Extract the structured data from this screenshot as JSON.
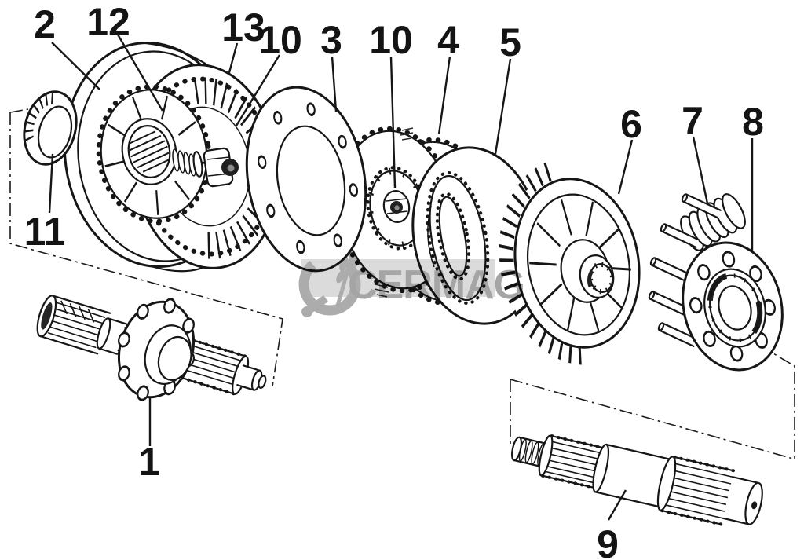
{
  "diagram": {
    "kind": "exploded-parts-diagram",
    "subject": "clutch and planetary drive assembly",
    "background": "#ffffff",
    "line_color": "#161616"
  },
  "watermark": {
    "text": "CERMAG",
    "text_color": "#8f8f8f",
    "band_color": "#d2d2d2",
    "logo": "cermag-wheat-emblem"
  },
  "callouts": [
    {
      "part": "2",
      "text": "2"
    },
    {
      "part": "12",
      "text": "12"
    },
    {
      "part": "13",
      "text": "13"
    },
    {
      "part": "10",
      "text": "10"
    },
    {
      "part": "3",
      "text": "3"
    },
    {
      "part": "10",
      "text": "10"
    },
    {
      "part": "4",
      "text": "4"
    },
    {
      "part": "5",
      "text": "5"
    },
    {
      "part": "6",
      "text": "6"
    },
    {
      "part": "7",
      "text": "7"
    },
    {
      "part": "8",
      "text": "8"
    },
    {
      "part": "11",
      "text": "11"
    },
    {
      "part": "1",
      "text": "1"
    },
    {
      "part": "9",
      "text": "9"
    }
  ]
}
